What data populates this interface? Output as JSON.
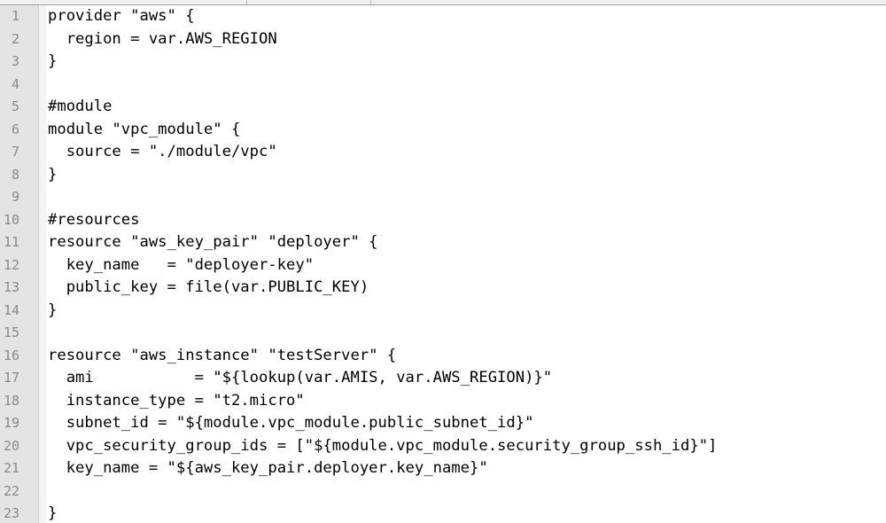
{
  "editor": {
    "lines": [
      {
        "num": "1",
        "code": "provider \"aws\" {"
      },
      {
        "num": "2",
        "code": "  region = var.AWS_REGION"
      },
      {
        "num": "3",
        "code": "}"
      },
      {
        "num": "4",
        "code": ""
      },
      {
        "num": "5",
        "code": "#module"
      },
      {
        "num": "6",
        "code": "module \"vpc_module\" {"
      },
      {
        "num": "7",
        "code": "  source = \"./module/vpc\""
      },
      {
        "num": "8",
        "code": "}"
      },
      {
        "num": "9",
        "code": ""
      },
      {
        "num": "10",
        "code": "#resources"
      },
      {
        "num": "11",
        "code": "resource \"aws_key_pair\" \"deployer\" {"
      },
      {
        "num": "12",
        "code": "  key_name   = \"deployer-key\""
      },
      {
        "num": "13",
        "code": "  public_key = file(var.PUBLIC_KEY)"
      },
      {
        "num": "14",
        "code": "}"
      },
      {
        "num": "15",
        "code": ""
      },
      {
        "num": "16",
        "code": "resource \"aws_instance\" \"testServer\" {"
      },
      {
        "num": "17",
        "code": "  ami           = \"${lookup(var.AMIS, var.AWS_REGION)}\""
      },
      {
        "num": "18",
        "code": "  instance_type = \"t2.micro\""
      },
      {
        "num": "19",
        "code": "  subnet_id = \"${module.vpc_module.public_subnet_id}\""
      },
      {
        "num": "20",
        "code": "  vpc_security_group_ids = [\"${module.vpc_module.security_group_ssh_id}\"]"
      },
      {
        "num": "21",
        "code": "  key_name = \"${aws_key_pair.deployer.key_name}\""
      },
      {
        "num": "22",
        "code": ""
      },
      {
        "num": "23",
        "code": "}"
      }
    ]
  }
}
